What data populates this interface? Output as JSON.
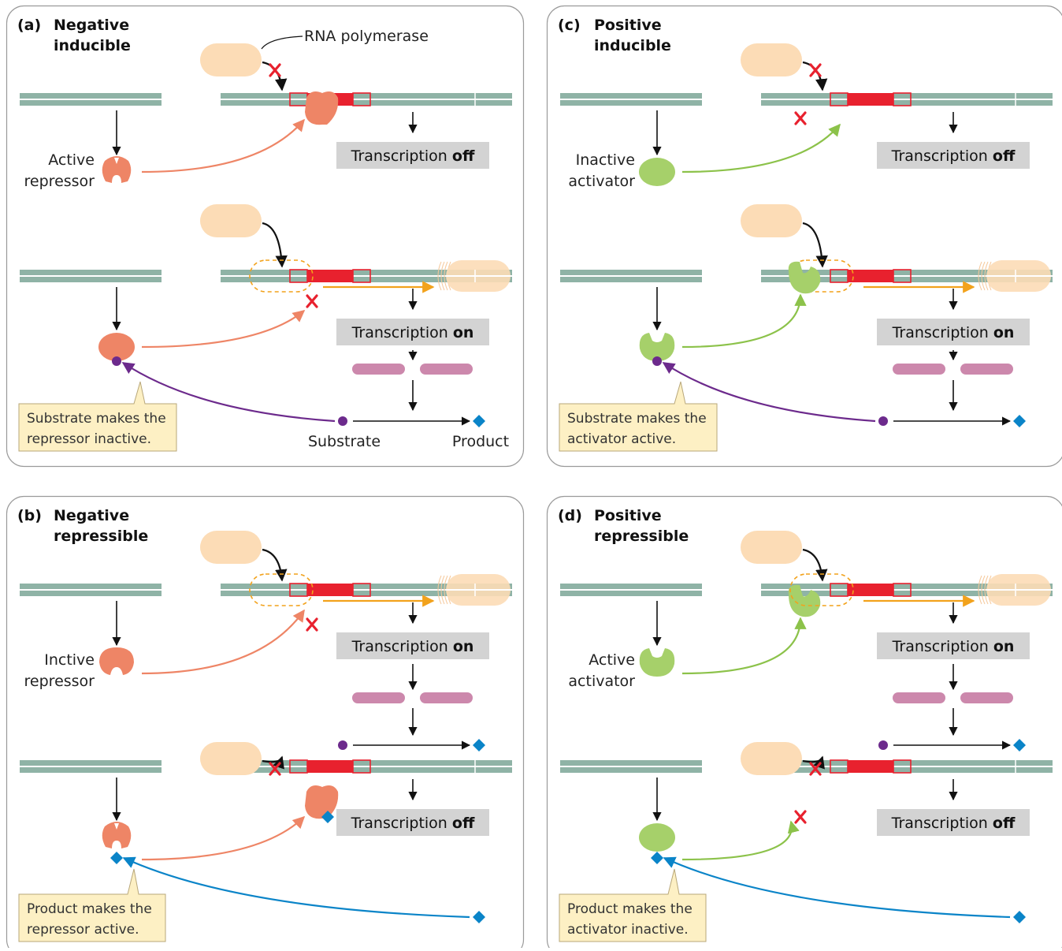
{
  "common": {
    "rna_polymerase_label": "RNA polymerase",
    "substrate_label": "Substrate",
    "product_label": "Product",
    "transcription_word": "Transcription",
    "state_on": "on",
    "state_off": "off"
  },
  "panels": {
    "a": {
      "letter": "(a)",
      "title_line1": "Negative",
      "title_line2": "inducible",
      "protein_label_1": "Active",
      "protein_label_2": "repressor",
      "callout_line1": "Substrate makes the",
      "callout_line2": "repressor inactive."
    },
    "b": {
      "letter": "(b)",
      "title_line1": "Negative",
      "title_line2": "repressible",
      "protein_label_1": "Inctive",
      "protein_label_2": "repressor",
      "callout_line1": "Product makes the",
      "callout_line2": "repressor active."
    },
    "c": {
      "letter": "(c)",
      "title_line1": "Positive",
      "title_line2": "inducible",
      "protein_label_1": "Inactive",
      "protein_label_2": "activator",
      "callout_line1": "Substrate makes the",
      "callout_line2": "activator active."
    },
    "d": {
      "letter": "(d)",
      "title_line1": "Positive",
      "title_line2": "repressible",
      "protein_label_1": "Active",
      "protein_label_2": "activator",
      "callout_line1": "Product makes the",
      "callout_line2": "activator inactive."
    }
  },
  "colors": {
    "dna": "#8fb3a6",
    "operator": "#e8212e",
    "polymerase": "#fcdcb6",
    "repressor": "#ee8566",
    "activator": "#a6d06a",
    "substrate": "#6c2a8c",
    "product": "#0a84c8",
    "mrna": "#cc88ac",
    "transcript_arrow": "#f2a21c",
    "callout": "#fdf0c4",
    "tbox": "#d3d3d3"
  }
}
